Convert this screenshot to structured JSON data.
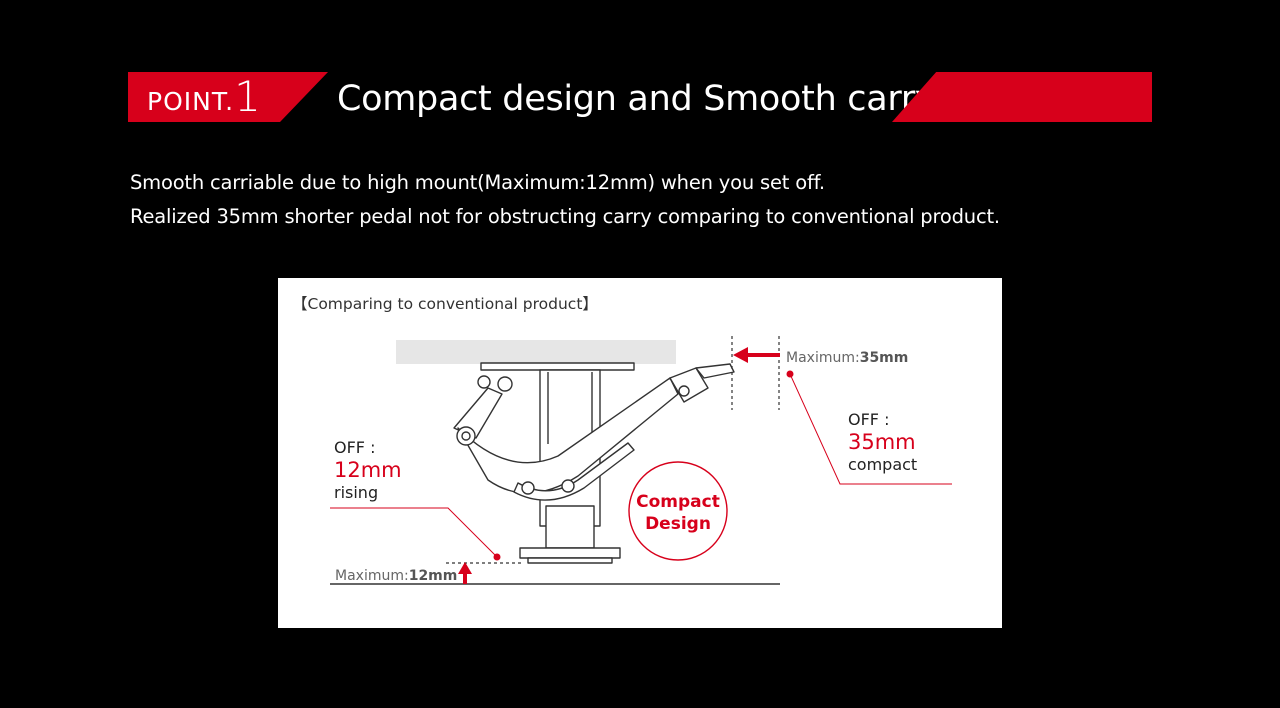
{
  "header": {
    "point_word": "POINT.",
    "point_number": "1",
    "title": "Compact design and Smooth carry",
    "accent_color": "#d7001b"
  },
  "description": {
    "lines": [
      "Smooth carriable due to high mount(Maximum:12mm) when you set off.",
      "Realized 35mm shorter pedal not for obstructing carry comparing to conventional product."
    ]
  },
  "diagram": {
    "caption": "【Comparing to conventional product】",
    "top_measure": {
      "label": "Maximum:",
      "value": "35mm"
    },
    "bottom_measure": {
      "label": "Maximum:",
      "value": "12mm"
    },
    "left_callout": {
      "state": "OFF :",
      "value": "12mm",
      "note": "rising"
    },
    "right_callout": {
      "state": "OFF :",
      "value": "35mm",
      "note": "compact"
    },
    "badge": {
      "line1": "Compact",
      "line2": "Design"
    }
  }
}
